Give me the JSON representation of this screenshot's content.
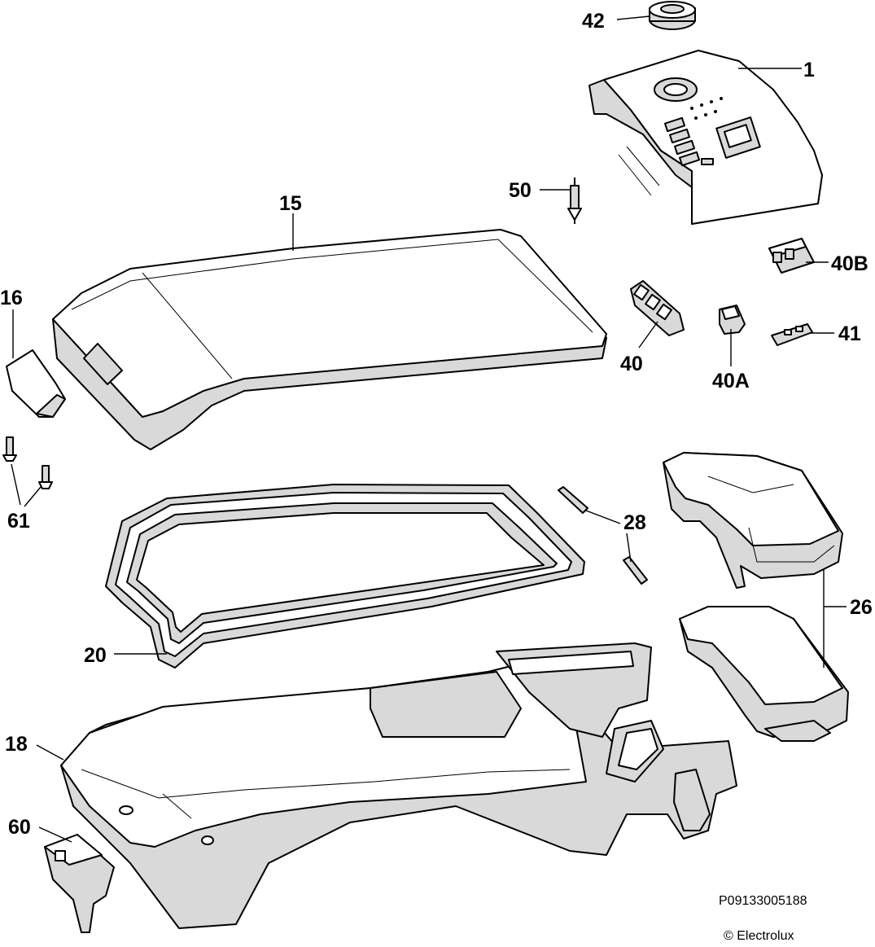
{
  "labels": {
    "p42": "42",
    "p1": "1",
    "p50": "50",
    "p15": "15",
    "p16": "16",
    "p40B": "40B",
    "p40": "40",
    "p40A": "40A",
    "p41": "41",
    "p61": "61",
    "p28": "28",
    "p26": "26",
    "p20": "20",
    "p18": "18",
    "p60": "60"
  },
  "footer": {
    "code": "P09133005188",
    "copyright": "© Electrolux"
  }
}
